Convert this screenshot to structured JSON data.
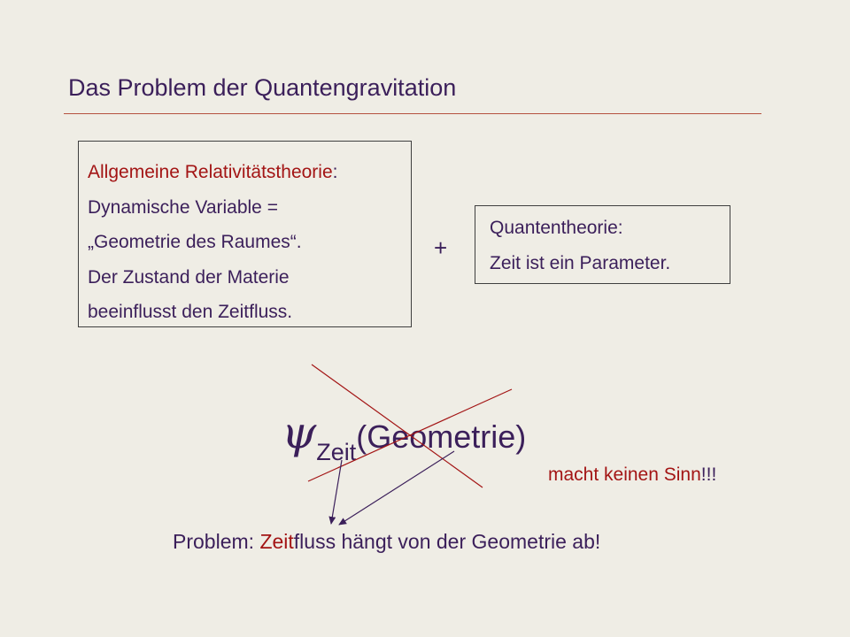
{
  "title": "Das Problem der Quantengravitation",
  "gr_box": {
    "line1_red": "Allgemeine Relativitätstheorie",
    "line1_rest": ":",
    "line2": "Dynamische Variable =",
    "line3": "„Geometrie des Raumes“.",
    "line4": "Der Zustand der Materie",
    "line5": "beeinflusst den Zeitfluss."
  },
  "plus": "+",
  "qt_box": {
    "line1_red": "Quantentheorie",
    "line1_rest": ":",
    "line2": "Zeit ist ein Parameter."
  },
  "formula": {
    "psi": "ψ",
    "subscript": "Zeit",
    "argument": "(Geometrie)"
  },
  "sinn_note": {
    "text": "macht keinen Sinn",
    "excl": "!!!"
  },
  "problem": {
    "prefix": "Problem: ",
    "highlight": "Zeit",
    "suffix": "fluss hängt von der Geometrie ab!"
  },
  "colors": {
    "background": "#efede5",
    "text_purple": "#3b1f5a",
    "accent_red": "#a31515",
    "rule": "#b5513f"
  }
}
